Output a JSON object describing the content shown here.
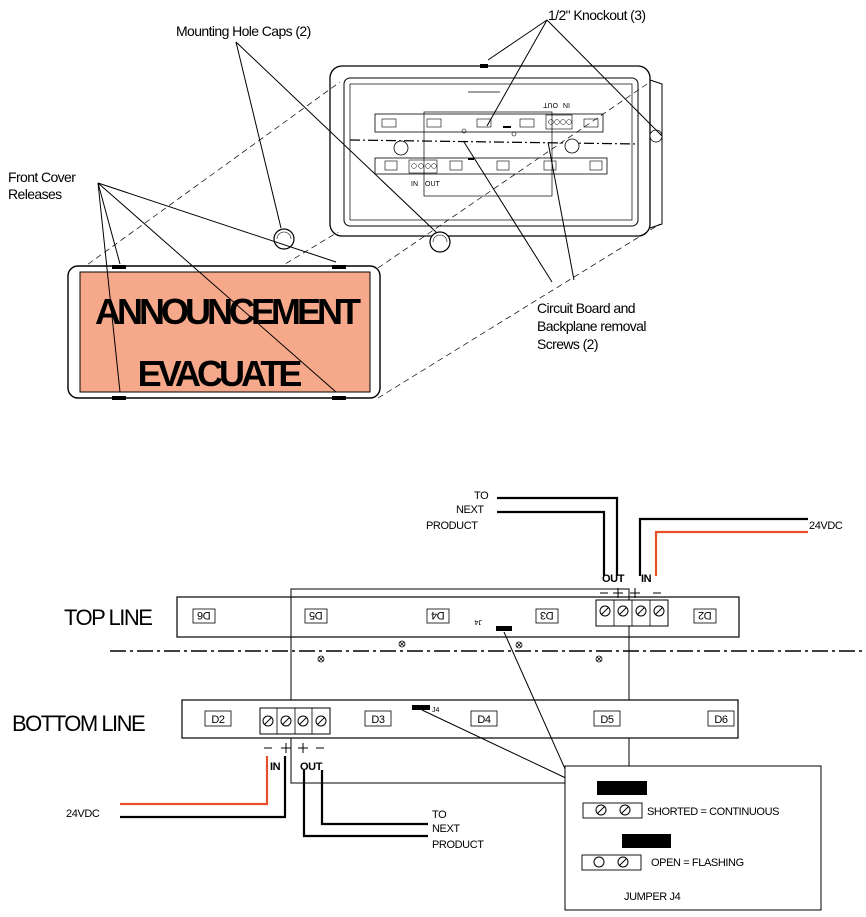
{
  "top_figure": {
    "label_mounting_hole_caps": "Mounting Hole Caps (2)",
    "label_knockout": "1/2\" Knockout (3)",
    "label_front_cover_1": "Front Cover",
    "label_front_cover_2": "Releases",
    "label_circuit_1": "Circuit Board and",
    "label_circuit_2": "Backplane removal",
    "label_circuit_3": "Screws (2)",
    "sign_line_1": "ANNOUNCEMENT",
    "sign_line_2": "EVACUATE",
    "sign_color": "#f5a88a",
    "mini_in": "IN",
    "mini_out": "OUT",
    "mini_top_out": "OUT",
    "mini_top_in": "IN"
  },
  "bottom_figure": {
    "top_line_label": "TOP LINE",
    "bottom_line_label": "BOTTOM LINE",
    "to_next_top_1": "TO",
    "to_next_top_2": "NEXT",
    "to_next_top_3": "PRODUCT",
    "to_next_bottom_1": "TO",
    "to_next_bottom_2": "NEXT",
    "to_next_bottom_3": "PRODUCT",
    "power_top": "24VDC",
    "power_bottom": "24VDC",
    "top_out": "OUT",
    "top_in": "IN",
    "bottom_in": "IN",
    "bottom_out": "OUT",
    "j4_top": "J4",
    "j4_bottom": "J4",
    "top_segments": [
      "D6",
      "D5",
      "D4",
      "D3",
      "D2"
    ],
    "bottom_segments": [
      "D2",
      "D3",
      "D4",
      "D5",
      "D6"
    ],
    "jumper_shorted": "SHORTED = CONTINUOUS",
    "jumper_open": "OPEN = FLASHING",
    "jumper_title": "JUMPER J4",
    "power_wire_color": "#e8502a"
  }
}
